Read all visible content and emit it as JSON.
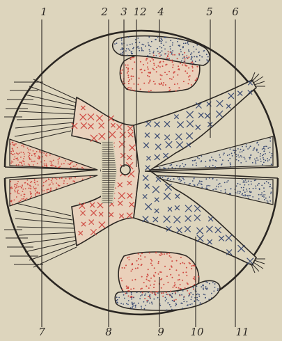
{
  "top_labels": [
    "1",
    "2",
    "3",
    "12",
    "4",
    "5",
    "6"
  ],
  "bottom_labels": [
    "7",
    "8",
    "9",
    "10",
    "11"
  ],
  "colors": {
    "background": "#ddd5bd",
    "ink": "#2a2622",
    "red": "#cf4b43",
    "blue": "#3a4a72",
    "hatch": "#555049"
  }
}
